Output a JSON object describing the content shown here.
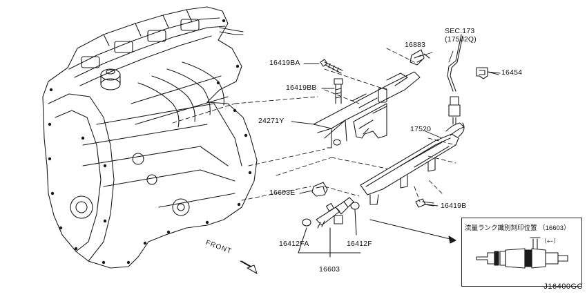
{
  "parts": {
    "p16419BA": "16419BA",
    "p16419BB": "16419BB",
    "p24271Y": "24271Y",
    "p16603E": "16603E",
    "p16412FA": "16412FA",
    "p16603": "16603",
    "p16412F": "16412F",
    "p16883": "16883",
    "sec173": "SEC.173",
    "sec173_sub": "(17502Q)",
    "p16454": "16454",
    "p17520": "17520",
    "p16419B": "16419B"
  },
  "front_label": "FRONT",
  "inset": {
    "title": "流量ランク識別刻印位置 （16603）",
    "sign": "（+−）"
  },
  "diagram_code": "J16400GC"
}
